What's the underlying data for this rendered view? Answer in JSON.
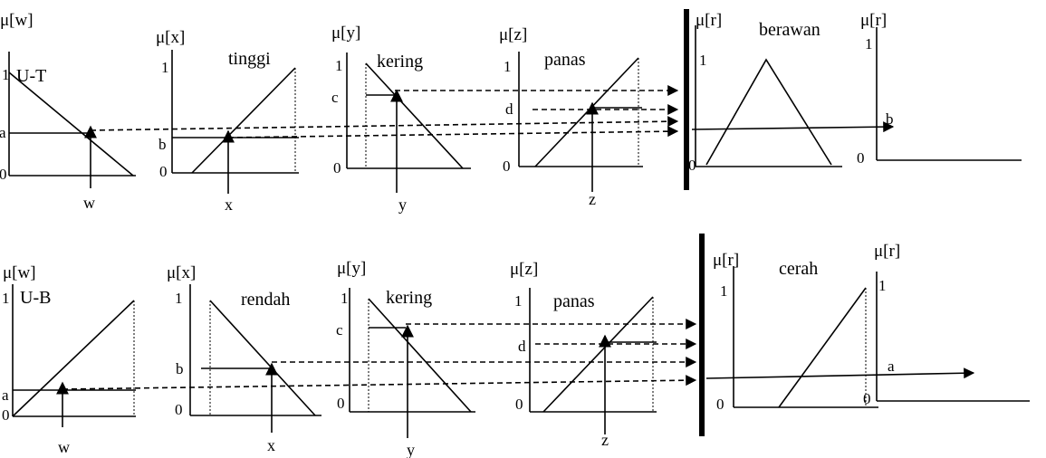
{
  "rules": [
    {
      "panels": [
        {
          "axis_label": "μ[w]",
          "one": "1",
          "zero": "0",
          "set_label": "U-T",
          "level_label": "a",
          "input_label": "w"
        },
        {
          "axis_label": "μ[x]",
          "one": "1",
          "zero": "0",
          "set_label": "tinggi",
          "level_label": "b",
          "input_label": "x"
        },
        {
          "axis_label": "μ[y]",
          "one": "1",
          "zero": "0",
          "set_label": "kering",
          "level_label": "c",
          "input_label": "y"
        },
        {
          "axis_label": "μ[z]",
          "one": "1",
          "zero": "0",
          "set_label": "panas",
          "level_label": "d",
          "input_label": "z"
        },
        {
          "axis_label": "μ[r]",
          "one": "1",
          "zero": "0",
          "set_label": "berawan"
        },
        {
          "axis_label": "μ[r]",
          "one": "1",
          "zero": "0",
          "level_label": "b"
        }
      ]
    },
    {
      "panels": [
        {
          "axis_label": "μ[w]",
          "one": "1",
          "zero": "0",
          "set_label": "U-B",
          "level_label": "a",
          "input_label": "w"
        },
        {
          "axis_label": "μ[x]",
          "one": "1",
          "zero": "0",
          "set_label": "rendah",
          "level_label": "b",
          "input_label": "x"
        },
        {
          "axis_label": "μ[y]",
          "one": "1",
          "zero": "0",
          "set_label": "kering",
          "level_label": "c",
          "input_label": "y"
        },
        {
          "axis_label": "μ[z]",
          "one": "1",
          "zero": "0",
          "set_label": "panas",
          "level_label": "d",
          "input_label": "z"
        },
        {
          "axis_label": "μ[r]",
          "one": "1",
          "zero": "0",
          "set_label": "cerah"
        },
        {
          "axis_label": "μ[r]",
          "one": "1",
          "zero": "0",
          "level_label": "a"
        }
      ]
    }
  ]
}
